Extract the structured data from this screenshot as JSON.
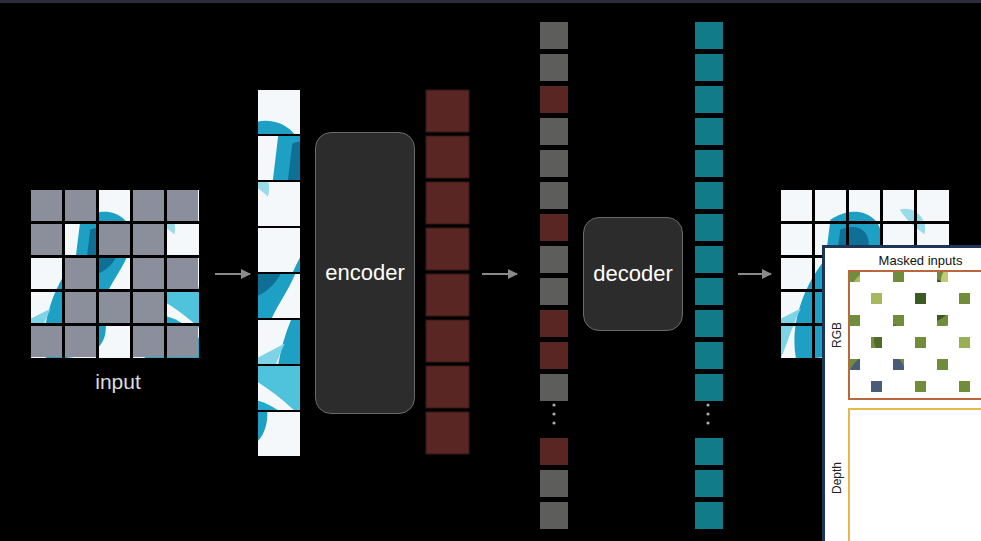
{
  "diagram": {
    "nodes": [
      {
        "text": [
          "encoder"
        ]
      },
      {
        "text": [
          "decoder"
        ]
      },
      {
        "text": [
          "Masked inputs"
        ]
      },
      {
        "text": [
          "RGB"
        ],
        "in": 2
      },
      {
        "text": [
          "Depth"
        ],
        "in": 2
      }
    ],
    "labels": [
      "input"
    ]
  }
}
